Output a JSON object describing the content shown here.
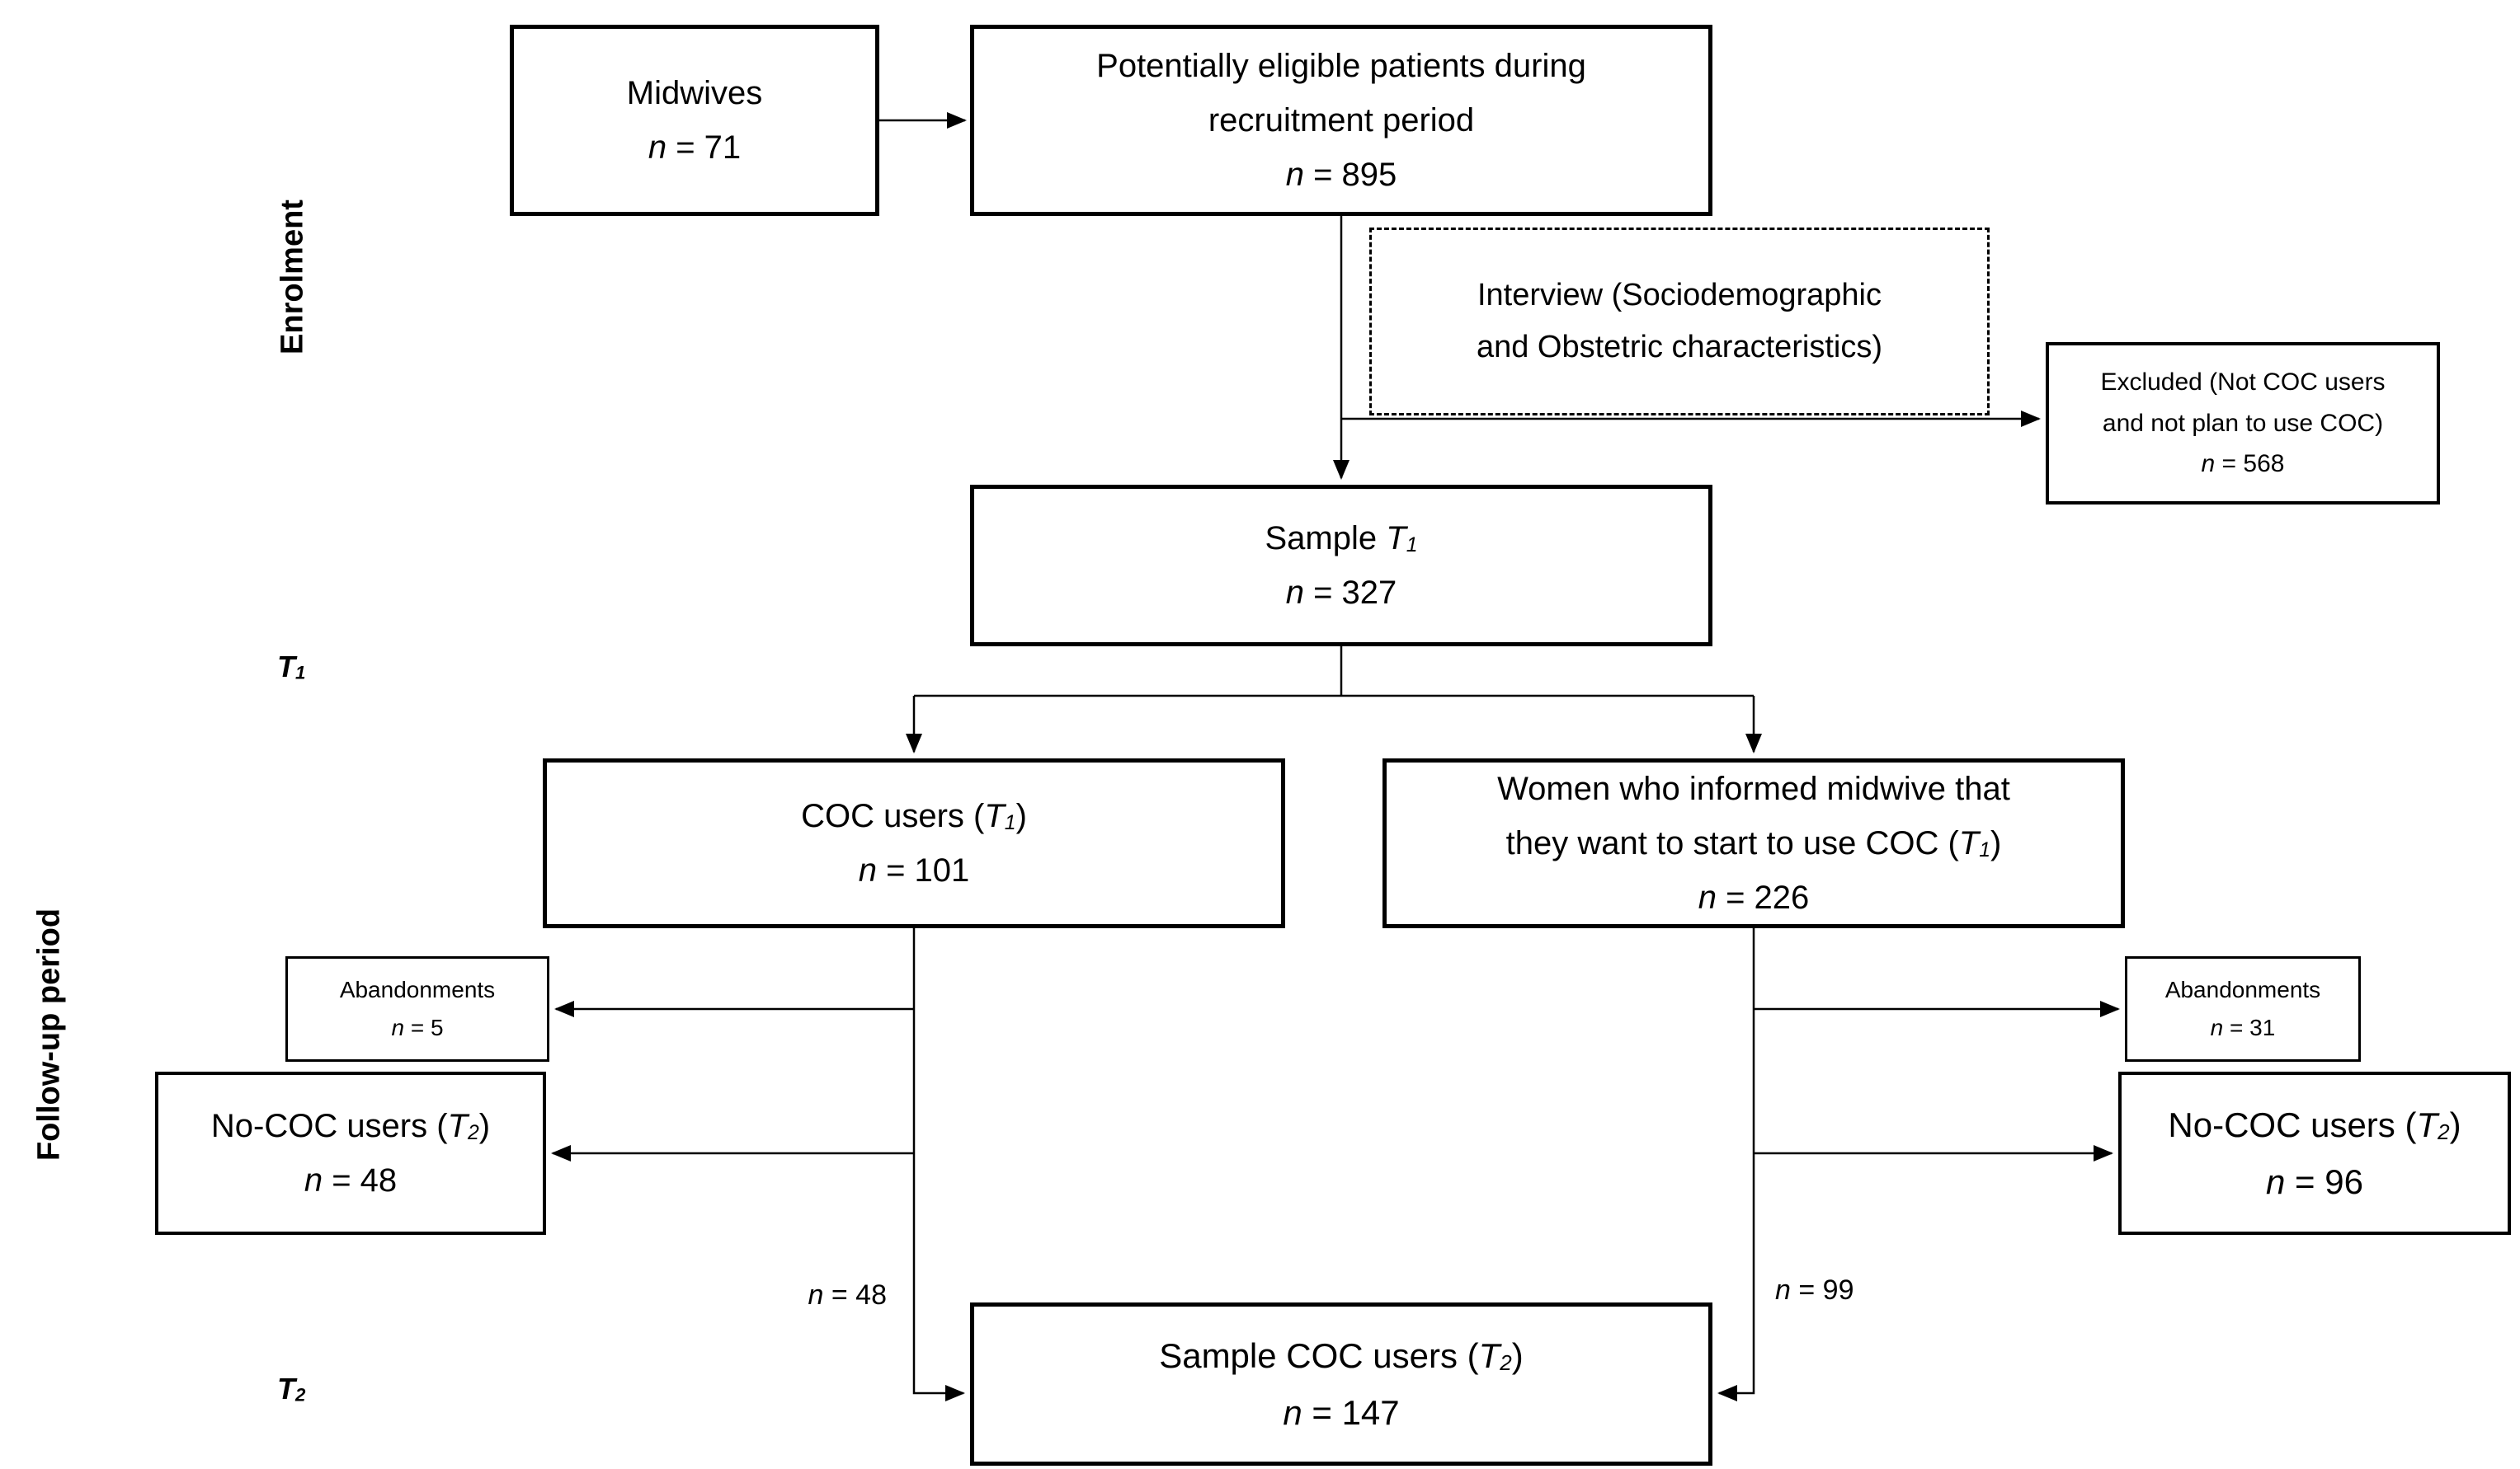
{
  "figure": {
    "background": "#ffffff",
    "line_color": "#000000",
    "text_color": "#000000"
  },
  "side_labels": {
    "enrolment": "Enrolment",
    "t1": [
      {
        "t": "T"
      },
      {
        "t": "1",
        "s": "si"
      }
    ],
    "followup": "Follow-up period",
    "t2": [
      {
        "t": "T"
      },
      {
        "t": "2",
        "s": "si"
      }
    ]
  },
  "boxes": {
    "midwives": {
      "line1": [
        {
          "t": "Midwives"
        }
      ],
      "n": [
        {
          "t": "n",
          "s": "i"
        },
        {
          "t": " = 71"
        }
      ]
    },
    "eligible": {
      "line1": [
        {
          "t": "Potentially eligible patients during"
        }
      ],
      "line2": [
        {
          "t": "recruitment period"
        }
      ],
      "n": [
        {
          "t": "n",
          "s": "i"
        },
        {
          "t": " = 895"
        }
      ]
    },
    "interview": {
      "line1": [
        {
          "t": "Interview (Sociodemographic"
        }
      ],
      "line2": [
        {
          "t": "and Obstetric characteristics)"
        }
      ]
    },
    "excluded": {
      "line1": [
        {
          "t": "Excluded (Not COC users"
        }
      ],
      "line2": [
        {
          "t": "and not plan to use COC)"
        }
      ],
      "n": [
        {
          "t": "n",
          "s": "i"
        },
        {
          "t": " = 568"
        }
      ]
    },
    "sample_t1": {
      "line1": [
        {
          "t": "Sample "
        },
        {
          "t": "T",
          "s": "i"
        },
        {
          "t": "1",
          "s": "si"
        }
      ],
      "n": [
        {
          "t": "n",
          "s": "i"
        },
        {
          "t": " = 327"
        }
      ]
    },
    "coc_users": {
      "line1": [
        {
          "t": "COC users ("
        },
        {
          "t": "T",
          "s": "i"
        },
        {
          "t": "1",
          "s": "si"
        },
        {
          "t": ")"
        }
      ],
      "n": [
        {
          "t": "n",
          "s": "i"
        },
        {
          "t": " = 101"
        }
      ]
    },
    "women": {
      "line1": [
        {
          "t": "Women who informed midwive that"
        }
      ],
      "line2": [
        {
          "t": "they want to start to use COC ("
        },
        {
          "t": "T",
          "s": "i"
        },
        {
          "t": "1",
          "s": "si"
        },
        {
          "t": ")"
        }
      ],
      "n": [
        {
          "t": "n",
          "s": "i"
        },
        {
          "t": " = 226"
        }
      ]
    },
    "abandon_left": {
      "line1": [
        {
          "t": "Abandonments"
        }
      ],
      "n": [
        {
          "t": "n",
          "s": "i"
        },
        {
          "t": " = 5"
        }
      ]
    },
    "nococ_left": {
      "line1": [
        {
          "t": "No-COC users ("
        },
        {
          "t": "T",
          "s": "i"
        },
        {
          "t": "2",
          "s": "si"
        },
        {
          "t": ")"
        }
      ],
      "n": [
        {
          "t": "n",
          "s": "i"
        },
        {
          "t": " = 48"
        }
      ]
    },
    "abandon_right": {
      "line1": [
        {
          "t": "Abandonments"
        }
      ],
      "n": [
        {
          "t": "n",
          "s": "i"
        },
        {
          "t": " = 31"
        }
      ]
    },
    "nococ_right": {
      "line1": [
        {
          "t": "No-COC users ("
        },
        {
          "t": "T",
          "s": "i"
        },
        {
          "t": "2",
          "s": "si"
        },
        {
          "t": ")"
        }
      ],
      "n": [
        {
          "t": "n",
          "s": "i"
        },
        {
          "t": " = 96"
        }
      ]
    },
    "sample_coc": {
      "line1": [
        {
          "t": "Sample COC users ("
        },
        {
          "t": "T",
          "s": "i"
        },
        {
          "t": "2",
          "s": "si"
        },
        {
          "t": ")"
        }
      ],
      "n": [
        {
          "t": "n",
          "s": "i"
        },
        {
          "t": " = 147"
        }
      ]
    }
  },
  "edge_labels": {
    "n48": [
      {
        "t": "n",
        "s": "i"
      },
      {
        "t": " = 48"
      }
    ],
    "n99": [
      {
        "t": "n",
        "s": "i"
      },
      {
        "t": " = 99"
      }
    ]
  }
}
